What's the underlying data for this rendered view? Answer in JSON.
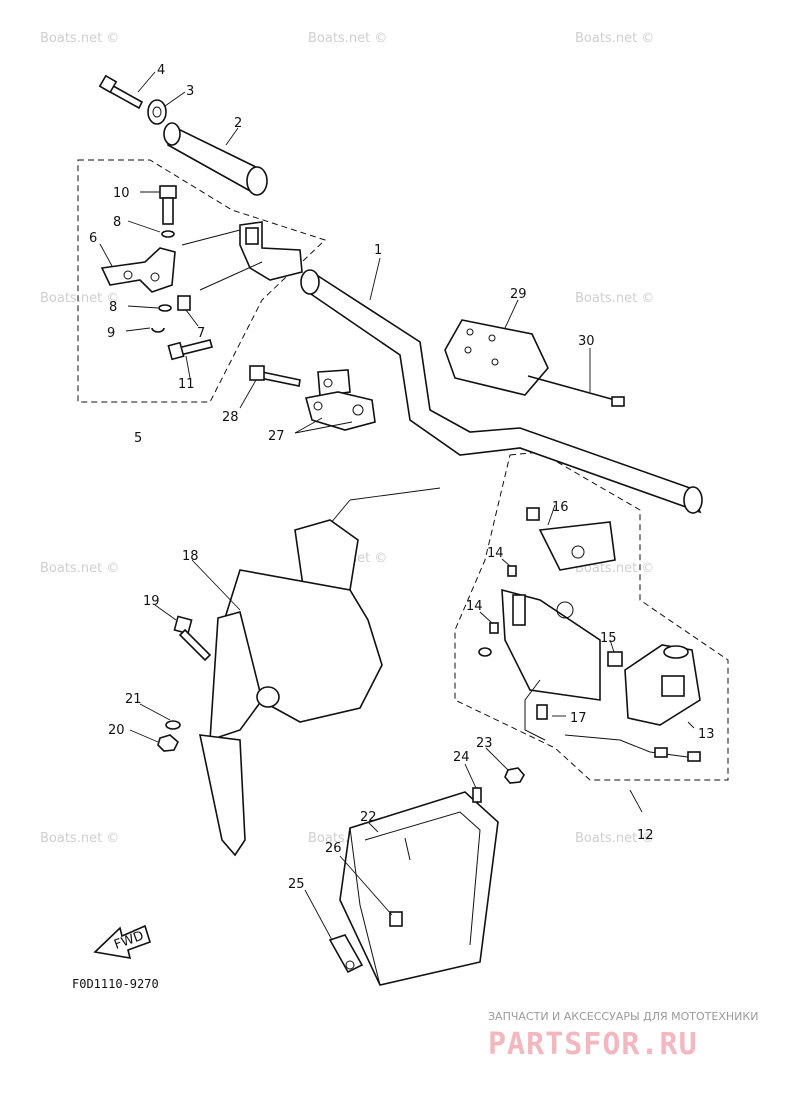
{
  "watermark": "Boats.net ©",
  "figure_code": "F0D1110-9270",
  "fwd_label": "FWD",
  "footer": {
    "tagline": "ЗАПЧАСТИ И АКСЕССУАРЫ ДЛЯ МОТОТЕХНИКИ",
    "brand": "PARTSFOR.RU"
  },
  "callouts": [
    "1",
    "2",
    "3",
    "4",
    "5",
    "6",
    "7",
    "8",
    "8",
    "9",
    "10",
    "11",
    "12",
    "13",
    "14",
    "14",
    "15",
    "16",
    "17",
    "18",
    "19",
    "20",
    "21",
    "22",
    "23",
    "24",
    "25",
    "26",
    "27",
    "28",
    "29",
    "30"
  ]
}
